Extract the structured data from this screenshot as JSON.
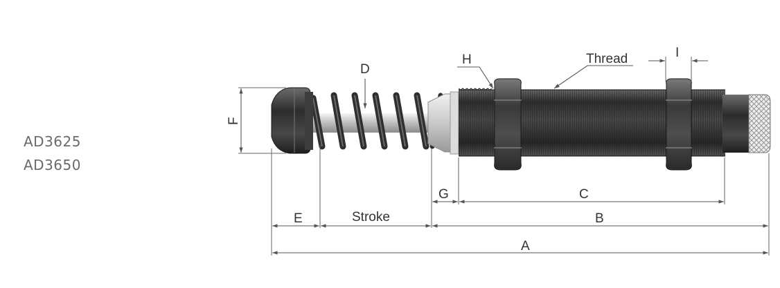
{
  "models": [
    "AD3625",
    "AD3650"
  ],
  "labels": {
    "a": "A",
    "b": "B",
    "c": "C",
    "d": "D",
    "e": "E",
    "f": "F",
    "g": "G",
    "h": "H",
    "i": "I",
    "stroke": "Stroke",
    "thread": "Thread"
  },
  "colors": {
    "body": "#3a3a3a",
    "metal": "#d8d8d8",
    "line": "#555555",
    "text": "#333333"
  }
}
